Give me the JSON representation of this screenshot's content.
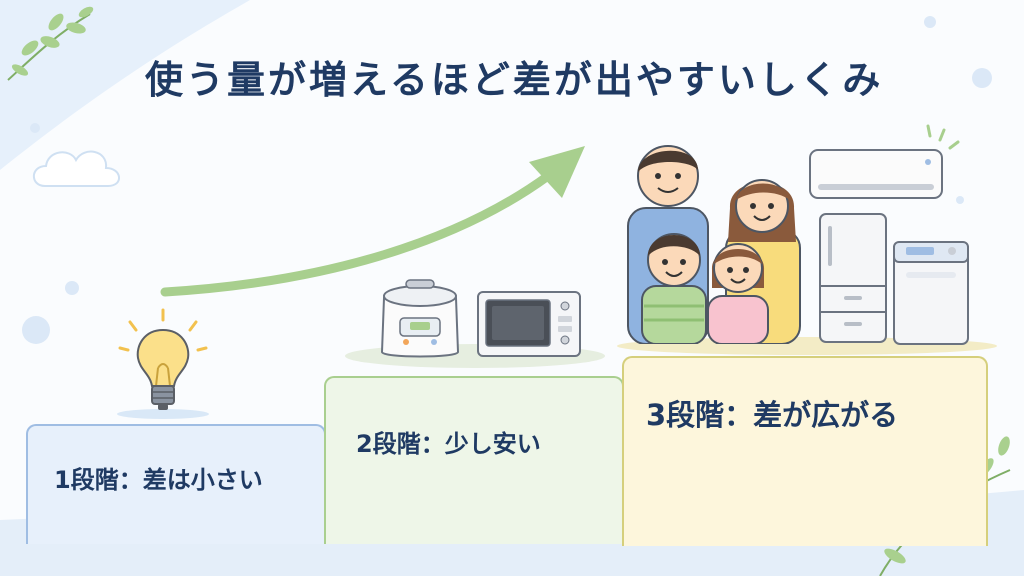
{
  "title": "使う量が増えるほど差が出やすいしくみ",
  "steps": [
    {
      "label": "1段階：差は小さい",
      "icons": [
        "light-bulb-icon"
      ]
    },
    {
      "label": "2段階：少し安い",
      "icons": [
        "rice-cooker-icon",
        "microwave-icon"
      ]
    },
    {
      "label": "3段階：差が広がる",
      "icons": [
        "family-icon",
        "air-conditioner-icon",
        "refrigerator-icon",
        "washing-machine-icon"
      ]
    }
  ],
  "colors": {
    "title": "#1f3a63",
    "step1_fill": "#e7f0fb",
    "step2_fill": "#eef6e8",
    "step3_fill": "#fdf6dc",
    "arrow": "#a8cf8e"
  }
}
